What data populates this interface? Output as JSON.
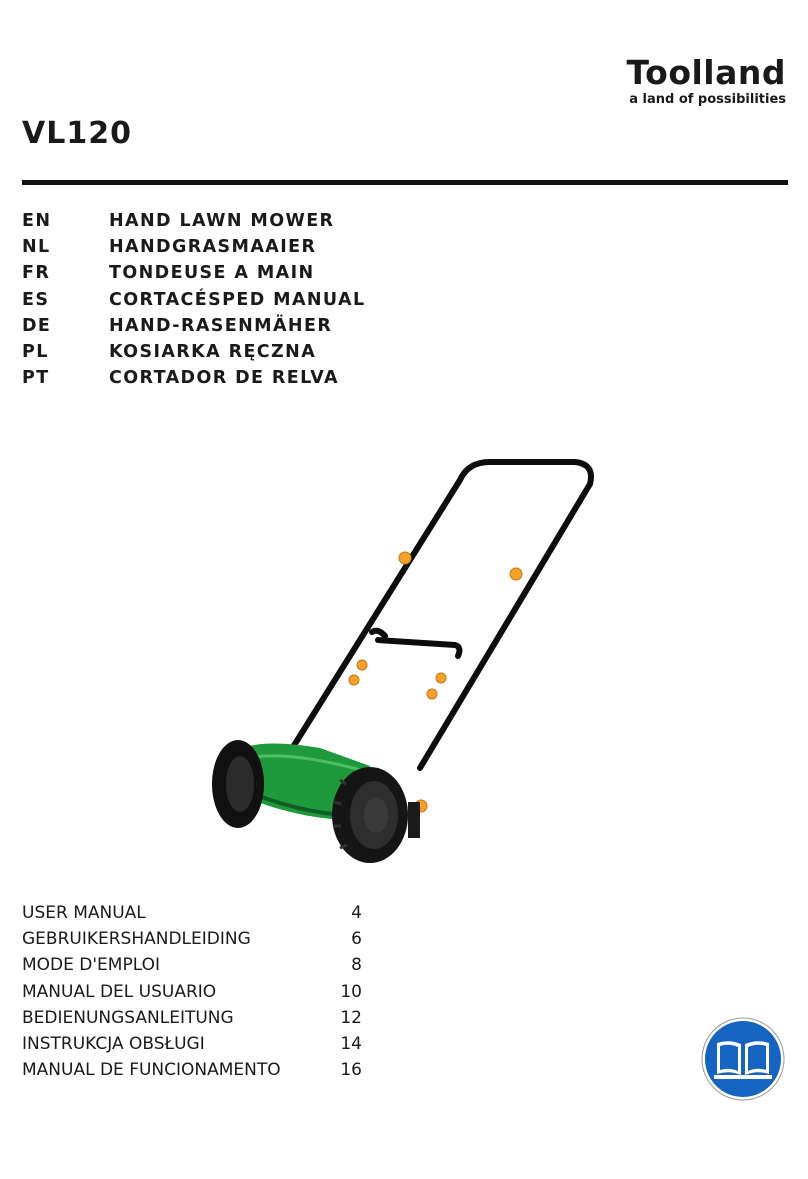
{
  "brand": {
    "name": "Toolland",
    "tagline": "a land of possibilities"
  },
  "model": "VL120",
  "languages": [
    {
      "code": "EN",
      "title": "HAND LAWN MOWER"
    },
    {
      "code": "NL",
      "title": "HANDGRASMAAIER"
    },
    {
      "code": "FR",
      "title": "TONDEUSE A MAIN"
    },
    {
      "code": "ES",
      "title": "CORTACÉSPED MANUAL"
    },
    {
      "code": "DE",
      "title": "HAND-RASENMÄHER"
    },
    {
      "code": "PL",
      "title": "KOSIARKA RĘCZNA"
    },
    {
      "code": "PT",
      "title": "CORTADOR DE RELVA"
    }
  ],
  "toc": [
    {
      "label": "USER MANUAL",
      "page": "4"
    },
    {
      "label": "GEBRUIKERSHANDLEIDING",
      "page": "6"
    },
    {
      "label": "MODE D'EMPLOI",
      "page": "8"
    },
    {
      "label": "MANUAL DEL USUARIO",
      "page": "10"
    },
    {
      "label": "BEDIENUNGSANLEITUNG",
      "page": "12"
    },
    {
      "label": "INSTRUKCJA OBSŁUGI",
      "page": "14"
    },
    {
      "label": "MANUAL DE FUNCIONAMENTO",
      "page": "16"
    }
  ],
  "icons": {
    "product": "hand-lawn-mower-image",
    "manual": "read-manual-book-icon"
  },
  "colors": {
    "text": "#1a1a1a",
    "mower_green": "#1e9a3c",
    "manual_icon_blue": "#1565c0"
  }
}
